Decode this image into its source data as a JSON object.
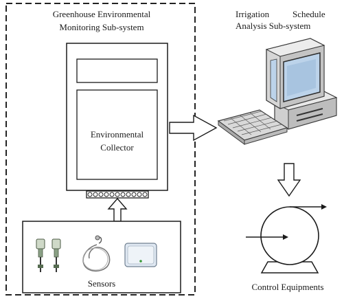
{
  "monitoring_subsystem": {
    "title_line1": "Greenhouse Environmental",
    "title_line2": "Monitoring Sub-system"
  },
  "collector": {
    "label_line1": "Environmental",
    "label_line2": "Collector"
  },
  "sensors": {
    "label": "Sensors"
  },
  "analysis_subsystem": {
    "title_line1_left": "Irrigation",
    "title_line1_right": "Schedule",
    "title_line2": "Analysis Sub-system"
  },
  "control": {
    "label": "Control Equipments"
  },
  "colors": {
    "stroke": "#1a1a1a",
    "dashed_border": "#222222",
    "monitor_gray": "#d4d4d4",
    "screen_blue": "#bcd3ea",
    "device_blue": "#dfe8f2"
  }
}
